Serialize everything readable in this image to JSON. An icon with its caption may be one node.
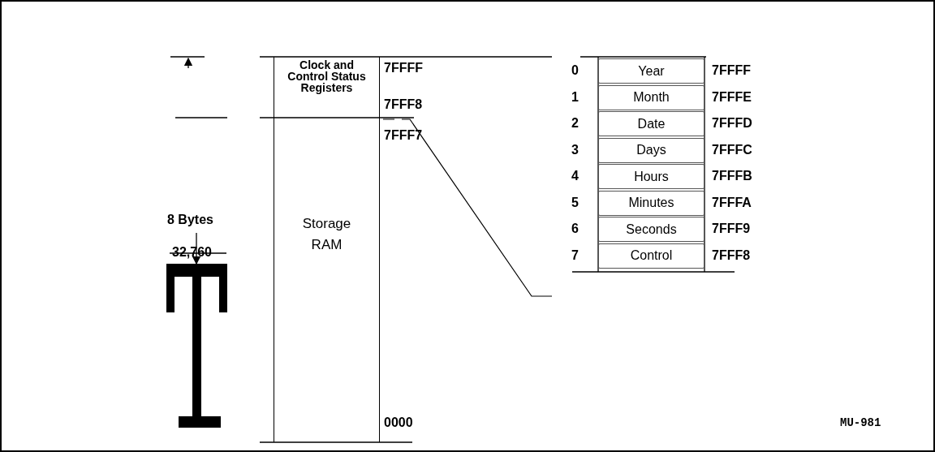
{
  "diagram": {
    "nodes": [
      {
        "text": [
          "Clock and Control Status Registers"
        ]
      },
      {
        "text": [
          "Storage RAM"
        ]
      },
      {
        "text": [
          "Year"
        ]
      },
      {
        "text": [
          "Month"
        ]
      },
      {
        "text": [
          "Date"
        ]
      },
      {
        "text": [
          "Days"
        ]
      },
      {
        "text": [
          "Hours"
        ]
      },
      {
        "text": [
          "Minutes"
        ]
      },
      {
        "text": [
          "Seconds"
        ]
      },
      {
        "text": [
          "Control"
        ]
      }
    ],
    "edges": [],
    "labels": [
      "7FFFF",
      "7FFF8",
      "7FFF7",
      "8 Bytes",
      "32,760",
      "0000",
      "0",
      "7FFFF",
      "1",
      "7FFFE",
      "2",
      "7FFFD",
      "3",
      "7FFFC",
      "4",
      "7FFFB",
      "5",
      "7FFFA",
      "6",
      "7FFF9",
      "7",
      "7FFF8",
      "MU-981"
    ]
  }
}
